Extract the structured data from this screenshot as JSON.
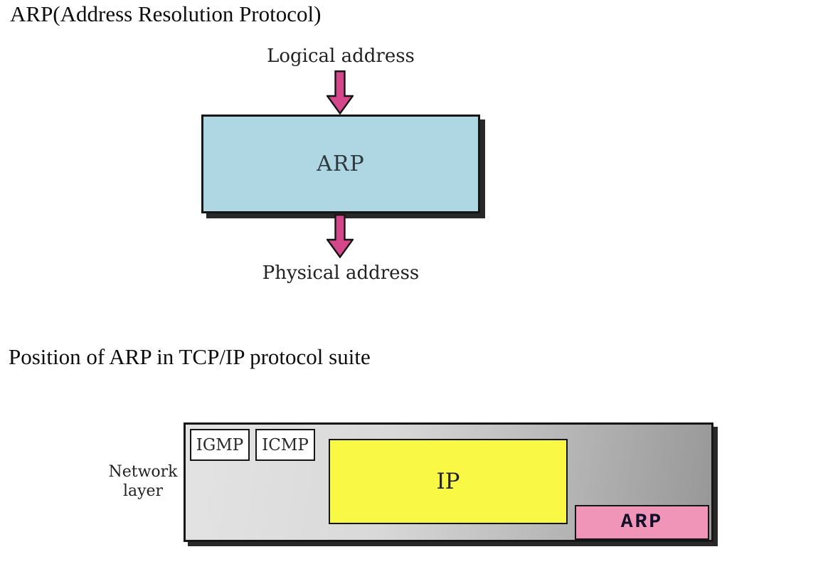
{
  "page": {
    "title": "ARP(Address Resolution Protocol)",
    "subtitle": "Position of ARP in TCP/IP protocol suite"
  },
  "arp_flow_diagram": {
    "input_label": "Logical address",
    "box_label": "ARP",
    "output_label": "Physical address"
  },
  "protocol_suite_diagram": {
    "layer_label": {
      "line1": "Network",
      "line2": "layer"
    },
    "boxes": {
      "igmp": "IGMP",
      "icmp": "ICMP",
      "ip": "IP",
      "arp": "ARP"
    }
  },
  "colors": {
    "arp-blue": "#afd7e3",
    "arrow-pink": "#d4478a",
    "ip-yellow": "#f9f845",
    "arp-pink": "#f094b8",
    "layer-gray-light": "#e3e3e3",
    "layer-gray-dark": "#979797",
    "shadow-dark": "#282828"
  }
}
